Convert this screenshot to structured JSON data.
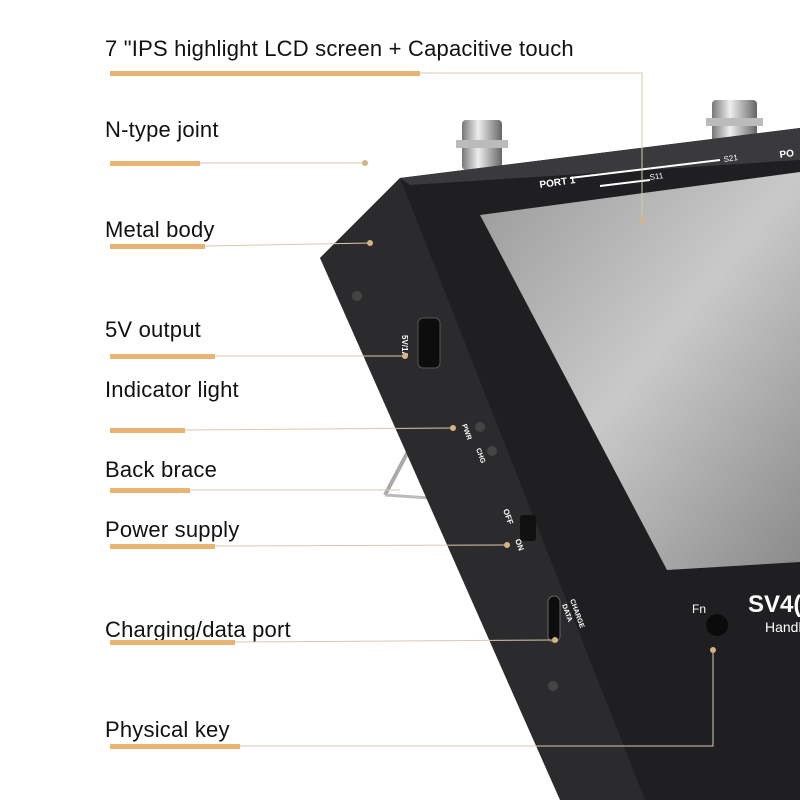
{
  "callouts": [
    {
      "label": "7 \"IPS highlight LCD screen + Capacitive touch"
    },
    {
      "label": "N-type joint"
    },
    {
      "label": "Metal body"
    },
    {
      "label": "5V output"
    },
    {
      "label": "Indicator light"
    },
    {
      "label": "Back brace"
    },
    {
      "label": "Power supply"
    },
    {
      "label": "Charging/data port"
    },
    {
      "label": "Physical key"
    }
  ],
  "device": {
    "port1": "PORT 1",
    "s11": "S11",
    "s21": "S21",
    "port2_partial": "PO",
    "usb_label": "5V/1A",
    "pwr_label": "PWR",
    "chg_label": "CHG",
    "off_label": "OFF",
    "on_label": "ON",
    "charge_label": "CHARGE",
    "data_label": "DATA",
    "fn_label": "Fn",
    "model_partial": "SV4(",
    "subtitle_partial": "Handh"
  },
  "colors": {
    "accent": "#e8b373",
    "leader_line": "#d9c9b0",
    "body": "#2b2b2d"
  }
}
